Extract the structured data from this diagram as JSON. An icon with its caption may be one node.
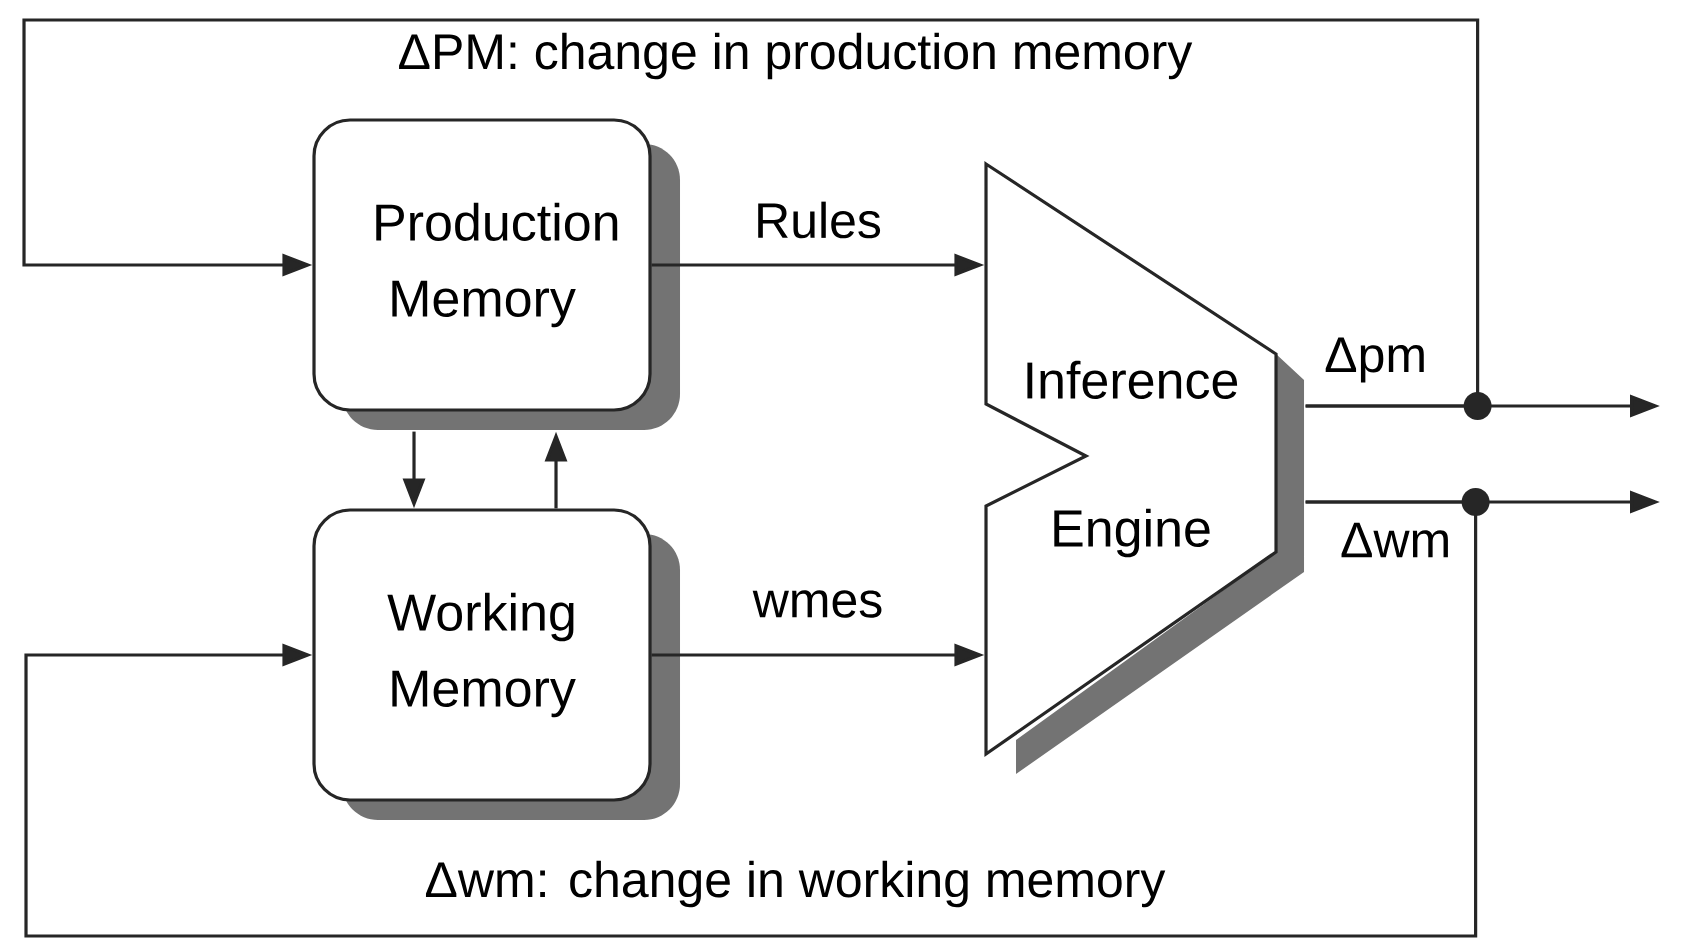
{
  "diagram": {
    "nodes": [
      {
        "text": [
          "Production Memory"
        ]
      },
      {
        "text": [
          "Working Memory"
        ]
      },
      {
        "text": [
          "Inference Engine"
        ]
      }
    ],
    "edges": [
      {
        "from": 0,
        "to": 2,
        "arrow": "to",
        "label": "Rules"
      },
      {
        "from": 1,
        "to": 2,
        "arrow": "to",
        "label": "wmes"
      },
      {
        "from": 0,
        "to": 1,
        "arrow": "to"
      },
      {
        "from": 1,
        "to": 0,
        "arrow": "to"
      },
      {
        "from": 2,
        "to": null,
        "arrow": "to",
        "label": "Δpm"
      },
      {
        "from": 2,
        "to": null,
        "arrow": "to",
        "label": "Δwm"
      },
      {
        "from": 2,
        "to": 0,
        "arrow": "to",
        "label": "ΔPM: change in production memory"
      },
      {
        "from": 2,
        "to": 1,
        "arrow": "to",
        "label": "Δwm: change in working memory"
      }
    ]
  }
}
